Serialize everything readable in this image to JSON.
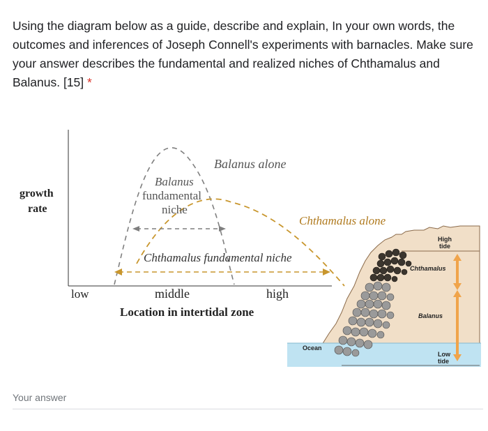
{
  "question": {
    "text": "Using the diagram below as a guide, describe and explain, In your own words, the outcomes and inferences of Joseph Connell's experiments with barnacles. Make sure your answer describes the fundamental and realized niches of Chthamalus and Balanus. [15]",
    "required_mark": "*"
  },
  "figure": {
    "y_label_line1": "growth",
    "y_label_line2": "rate",
    "x_tick_low": "low",
    "x_tick_middle": "middle",
    "x_tick_high": "high",
    "x_label": "Location in intertidal zone",
    "balanus_alone": "Balanus alone",
    "balanus_fund_1": "Balanus",
    "balanus_fund_2": "fundamental",
    "balanus_fund_3": "niche",
    "chthamalus_alone": "Chthamalus alone",
    "chthamalus_fund": "Chthamalus fundamental niche",
    "rock_high_1": "High",
    "rock_high_2": "tide",
    "rock_chthamalus": "Chthamalus",
    "rock_balanus": "Balanus",
    "rock_low_1": "Low",
    "rock_low_2": "tide",
    "rock_ocean": "Ocean"
  },
  "answer": {
    "label": "Your answer",
    "value": ""
  },
  "colors": {
    "accent_required": "#d93025",
    "balanus_curve": "#7f7f7f",
    "chthamalus_curve": "#c8962d",
    "ocean": "#bfe3f2",
    "rock": "#f1dfc8",
    "arrow": "#f0a44b"
  }
}
